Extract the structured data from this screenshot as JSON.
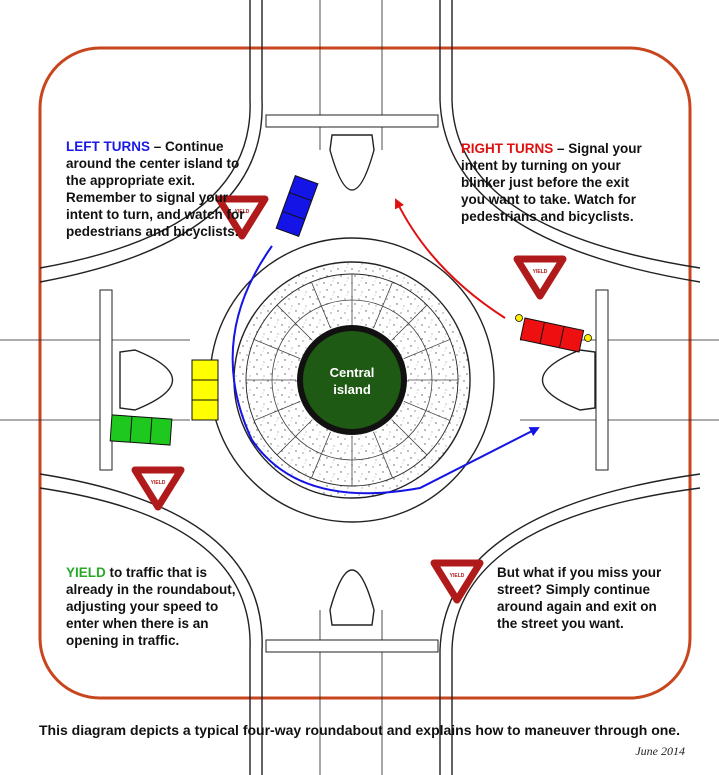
{
  "callouts": {
    "left_turns": {
      "heading": "LEFT TURNS",
      "body": " – Continue around the center island to the appropriate exit. Remember to signal your intent to turn, and watch for pedestrians and bicyclists."
    },
    "right_turns": {
      "heading": "RIGHT TURNS",
      "body": " – Signal your intent by turning on your blinker just before the exit you want to take. Watch for pedestrians and bicyclists."
    },
    "yield": {
      "heading": "YIELD",
      "body": " to traffic that is already in the roundabout, adjusting your speed to enter when there is an opening in traffic."
    },
    "missed": {
      "body": "But what if you miss your street? Simply continue around again and exit on the street you want."
    }
  },
  "diagram": {
    "central_island_line1": "Central",
    "central_island_line2": "island",
    "yield_sign_text": "YIELD"
  },
  "caption": "This diagram depicts a typical four-way roundabout and explains how to maneuver through one.",
  "date": "June 2014",
  "colors": {
    "frame": "#c8461e",
    "left_turn_car": "#1414e6",
    "right_turn_car": "#ee1010",
    "yield_car_green": "#1ec81e",
    "yield_car_yellow": "#ffff00",
    "central_island": "#1e5a14",
    "arrow_blue": "#1414e6",
    "arrow_red": "#e01010",
    "yield_sign": "#b01a1a"
  }
}
